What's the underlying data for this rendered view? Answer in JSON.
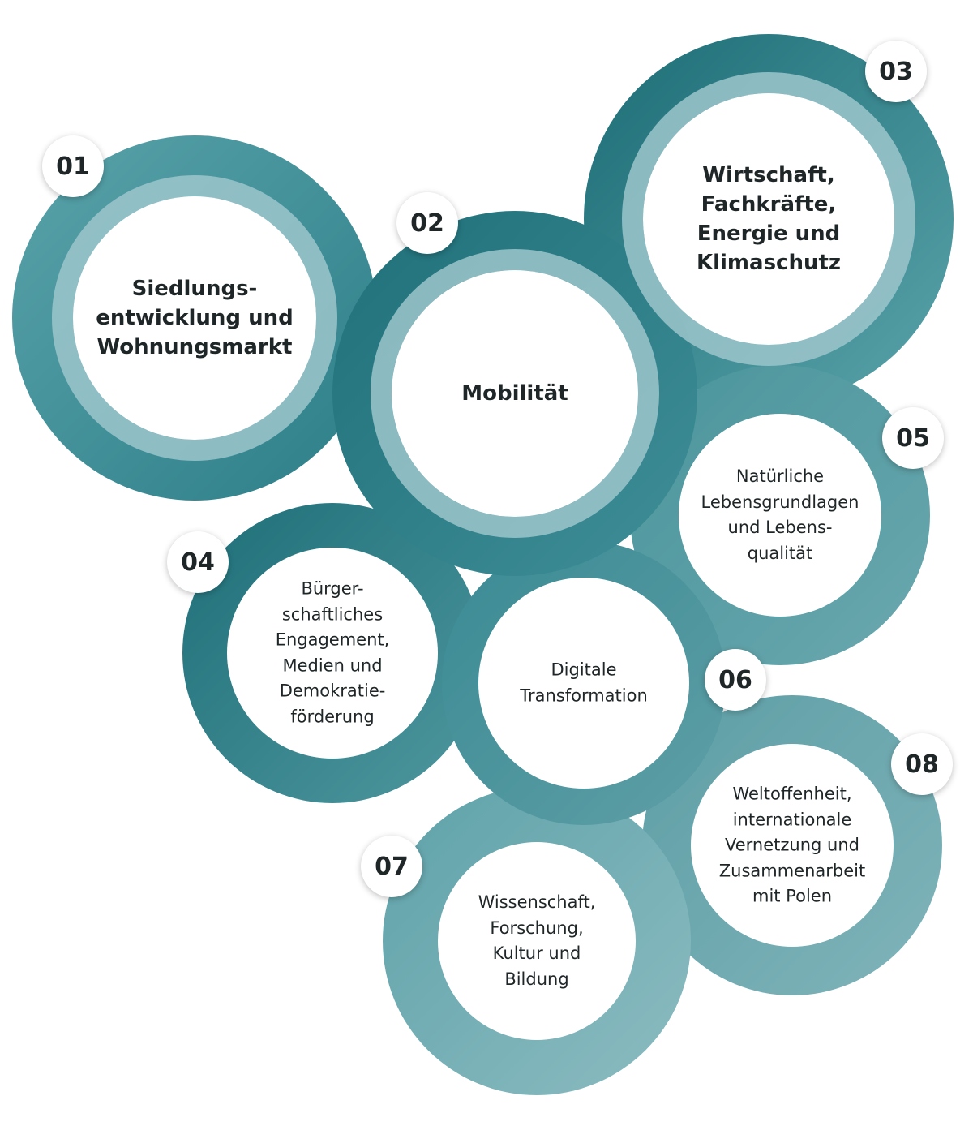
{
  "topics": [
    {
      "number": "01",
      "title": "Siedlungs-\nentwicklung und\nWohnungsmarkt"
    },
    {
      "number": "02",
      "title": "Mobilität"
    },
    {
      "number": "03",
      "title": "Wirtschaft,\nFachkräfte,\nEnergie und\nKlimaschutz"
    },
    {
      "number": "04",
      "title": "Bürger-\nschaftliches\nEngagement,\nMedien und\nDemokratie-\nförderung"
    },
    {
      "number": "05",
      "title": "Natürliche\nLebensgrundlagen\nund Lebens-\nqualität"
    },
    {
      "number": "06",
      "title": "Digitale\nTransformation"
    },
    {
      "number": "07",
      "title": "Wissenschaft,\nForschung,\nKultur und\nBildung"
    },
    {
      "number": "08",
      "title": "Weltoffenheit,\ninternationale\nVernetzung und\nZusammenarbeit\nmit Polen"
    }
  ],
  "colors": {
    "teal_dark": "#20727c",
    "teal_mid": "#3f8e98",
    "teal_light": "#86b9bf",
    "ring": "#9cc6cb",
    "text": "#1f2628",
    "badge": "#ffffff"
  }
}
